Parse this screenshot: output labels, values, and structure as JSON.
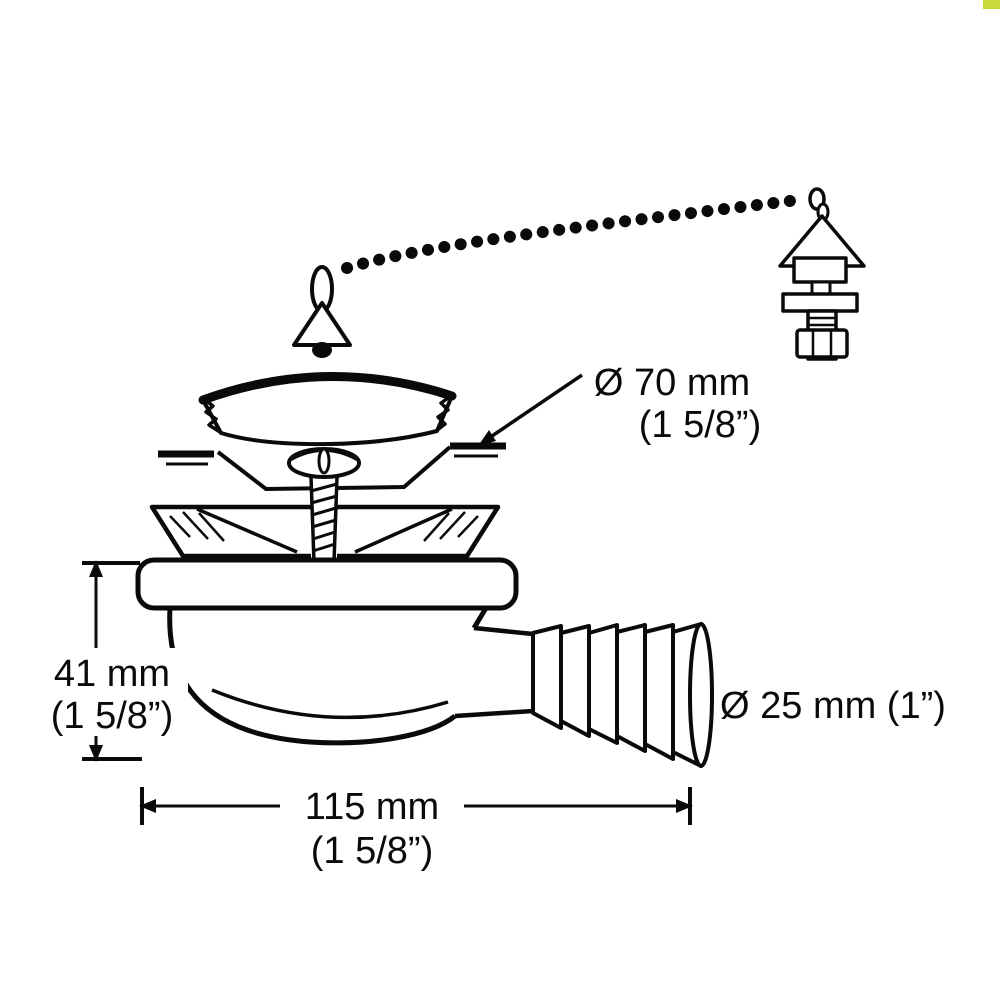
{
  "colors": {
    "background": "#ffffff",
    "line": "#0a0a0a",
    "corner_badge": "#ccd93c"
  },
  "annotations": {
    "flange_diameter_metric": "Ø 70 mm",
    "flange_diameter_imperial": "(1 5/8”)",
    "height_metric": "41 mm",
    "height_imperial": "(1 5/8”)",
    "outlet_diameter": "Ø 25 mm (1”)",
    "width_metric": "115 mm",
    "width_imperial": "(1 5/8”)"
  }
}
